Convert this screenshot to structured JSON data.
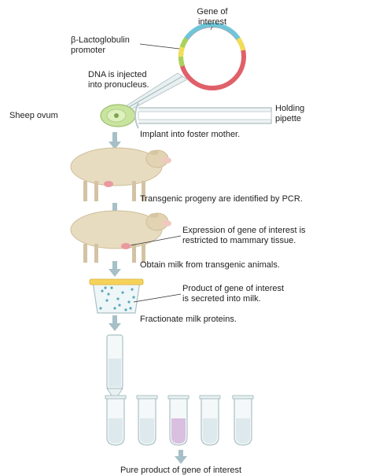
{
  "labels": {
    "gene_line1": "Gene of",
    "gene_line2": "interest",
    "promoter_line1": "β-Lactoglobulin",
    "promoter_line2": "promoter",
    "dna_line1": "DNA is injected",
    "dna_line2": "into pronucleus.",
    "sheep_ovum": "Sheep ovum",
    "holding_line1": "Holding",
    "holding_line2": "pipette",
    "implant": "Implant into foster mother.",
    "transgenic": "Transgenic progeny are identified by PCR.",
    "expression_line1": "Expression of gene of interest is",
    "expression_line2": "restricted to mammary tissue.",
    "obtain_milk": "Obtain milk from transgenic animals.",
    "product_line1": "Product of gene of interest",
    "product_line2": "is secreted into milk.",
    "fractionate": "Fractionate milk proteins.",
    "pure_product": "Pure product of gene of interest"
  },
  "colors": {
    "plasmid_gene": "#6ec6d8",
    "plasmid_promoter_green": "#a6d35a",
    "plasmid_promoter_yellow": "#f2de55",
    "plasmid_backbone": "#e0606a",
    "arrow": "#a7bfc6",
    "ovum": "#c8e49e",
    "wool": "#e8dcc0",
    "milk_dots": "#5aa8b8",
    "cup_rim": "#f5d35a",
    "highlight_tube": "#d9bfe0"
  }
}
